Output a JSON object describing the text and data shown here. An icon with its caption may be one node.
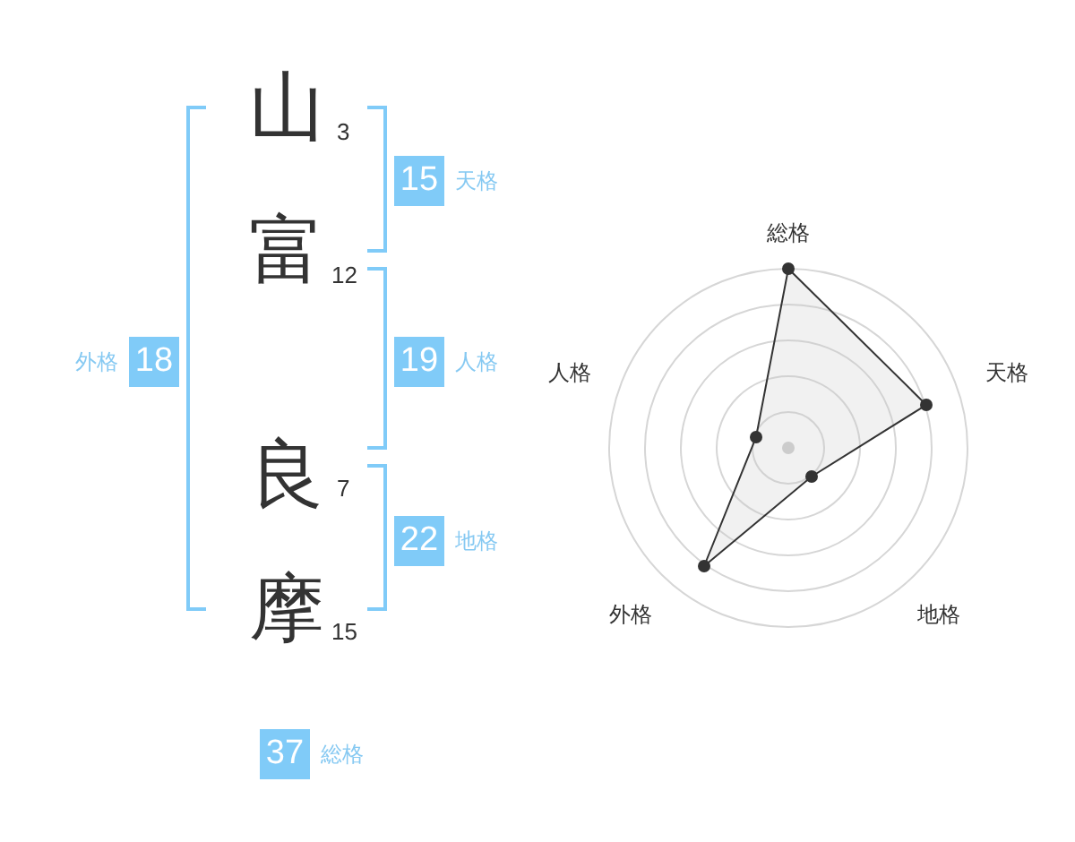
{
  "diagram": {
    "nodes": [
      {
        "text": [
          "15"
        ],
        "beside": [
          "天格"
        ]
      },
      {
        "text": [
          "18"
        ],
        "beside": [
          "外格"
        ]
      },
      {
        "text": [
          "19"
        ],
        "beside": [
          "人格"
        ]
      },
      {
        "text": [
          "22"
        ],
        "beside": [
          "地格"
        ]
      },
      {
        "text": [
          "37"
        ],
        "beside": [
          "総格"
        ]
      }
    ],
    "edges": [],
    "labels": [
      "山",
      "3",
      "富",
      "12",
      "良",
      "7",
      "摩",
      "15",
      "総格",
      "人格",
      "天格",
      "外格",
      "地格"
    ]
  }
}
